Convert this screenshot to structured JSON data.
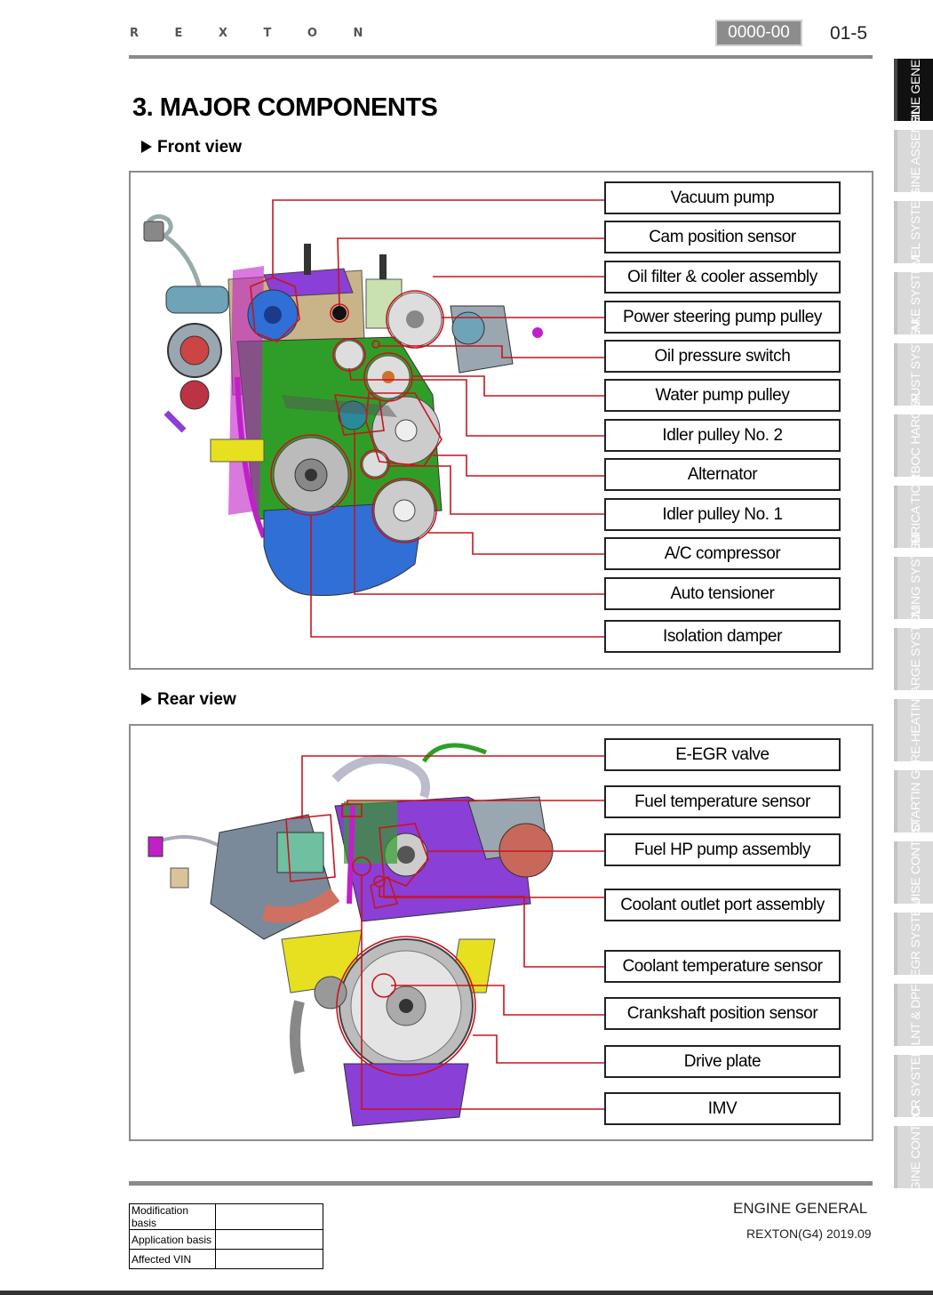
{
  "header": {
    "brand": "R E X T O N",
    "code": "0000-00",
    "page_number": "01-5"
  },
  "page_title": "3. MAJOR COMPONENTS",
  "front_view": {
    "heading": "Front view",
    "labels": [
      "Vacuum pump",
      "Cam position sensor",
      "Oil filter & cooler assembly",
      "Power steering pump pulley",
      "Oil pressure switch",
      "Water pump pulley",
      "Idler pulley No. 2",
      "Alternator",
      "Idler pulley No. 1",
      "A/C compressor",
      "Auto tensioner",
      "Isolation damper"
    ]
  },
  "rear_view": {
    "heading": "Rear view",
    "labels": [
      "E-EGR valve",
      "Fuel temperature sensor",
      "Fuel HP pump assembly",
      "Coolant outlet port assembly",
      "Coolant temperature sensor",
      "Crankshaft position sensor",
      "Drive plate",
      "IMV"
    ]
  },
  "side_tabs": [
    {
      "label": "ENGINE GENERAL",
      "active": true
    },
    {
      "label": "ENGINE ASSEMBL",
      "active": false
    },
    {
      "label": "FUEL SYSTEM",
      "active": false
    },
    {
      "label": "INTAKE SYSTEM",
      "active": false
    },
    {
      "label": "EXHAUST SYSTEM",
      "active": false
    },
    {
      "label": "TURBOC HARGER",
      "active": false
    },
    {
      "label": "LUBRICA TION",
      "active": false
    },
    {
      "label": "COOLING SYSTEM",
      "active": false
    },
    {
      "label": "CHARGE SYSTEM",
      "active": false
    },
    {
      "label": "PRE-HEATING",
      "active": false
    },
    {
      "label": "STARTIN G",
      "active": false
    },
    {
      "label": "CRUISE CONTRO",
      "active": false
    },
    {
      "label": "E-EGR SYSTEM",
      "active": false
    },
    {
      "label": "LNT & DPF",
      "active": false
    },
    {
      "label": "SCR SYSTEM",
      "active": false
    },
    {
      "label": "ENGINE CONTRO",
      "active": false
    }
  ],
  "footer": {
    "table": [
      {
        "label": "Modification basis",
        "value": ""
      },
      {
        "label": "Application basis",
        "value": ""
      },
      {
        "label": "Affected VIN",
        "value": ""
      }
    ],
    "section_name": "ENGINE GENERAL",
    "model": "REXTON(G4) 2019.09"
  },
  "colors": {
    "leader": "#c8141e",
    "block_green": "#2f9e28",
    "cover_tan": "#c9b48a",
    "sump_blue": "#2f6fd6",
    "purple": "#8a3fd6",
    "magenta": "#c020c8",
    "yellow": "#e6e020"
  }
}
